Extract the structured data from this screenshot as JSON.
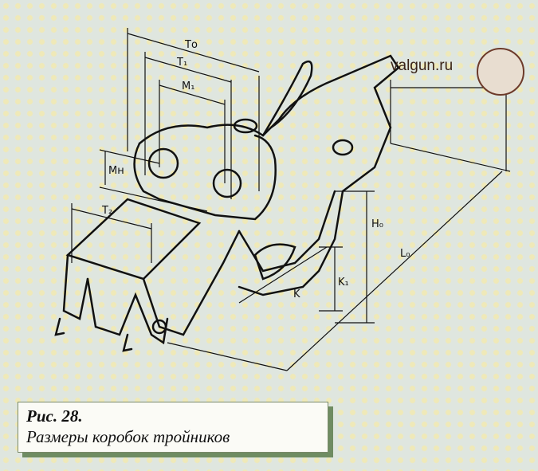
{
  "figure": {
    "number": "Рис. 28.",
    "title": "Размеры коробок тройников"
  },
  "watermark": "valgun.ru",
  "dimension_labels": {
    "t0": "Tо",
    "t1": "T₁",
    "m1": "M₁",
    "mh": "Mн",
    "t2": "T₂",
    "h0": "H₀",
    "k1": "K₁",
    "k": "K",
    "l0": "L₀"
  }
}
